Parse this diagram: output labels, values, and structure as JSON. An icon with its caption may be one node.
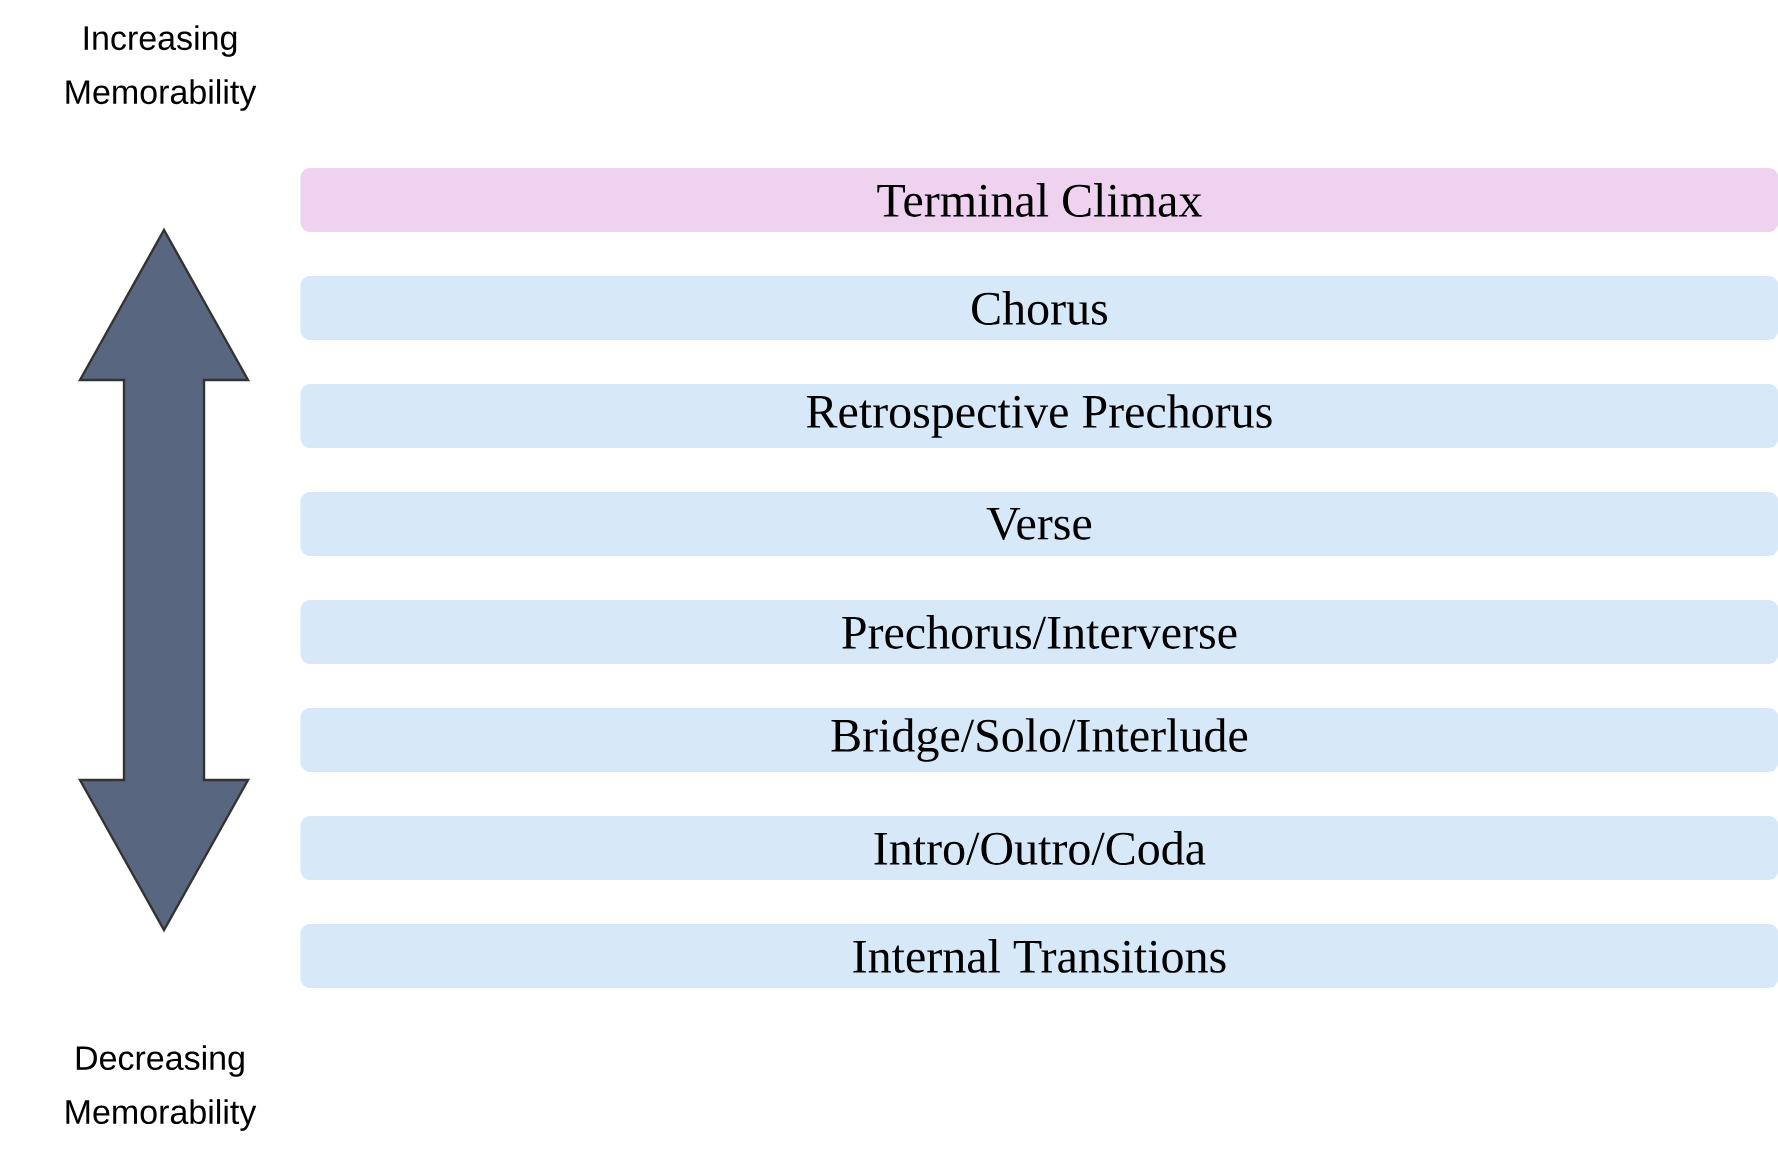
{
  "diagram": {
    "nodes": [
      {
        "text": [
          "Terminal Climax"
        ]
      },
      {
        "text": [
          "Chorus"
        ]
      },
      {
        "text": [
          "Retrospective Prechorus"
        ]
      },
      {
        "text": [
          "Verse"
        ]
      },
      {
        "text": [
          "Prechorus/Interverse"
        ]
      },
      {
        "text": [
          "Bridge/Solo/Interlude"
        ]
      },
      {
        "text": [
          "Intro/Outro/Coda"
        ]
      },
      {
        "text": [
          "Internal Transitions"
        ]
      }
    ],
    "labels": [
      "Increasing Memorability",
      "Decreasing Memorability"
    ]
  }
}
